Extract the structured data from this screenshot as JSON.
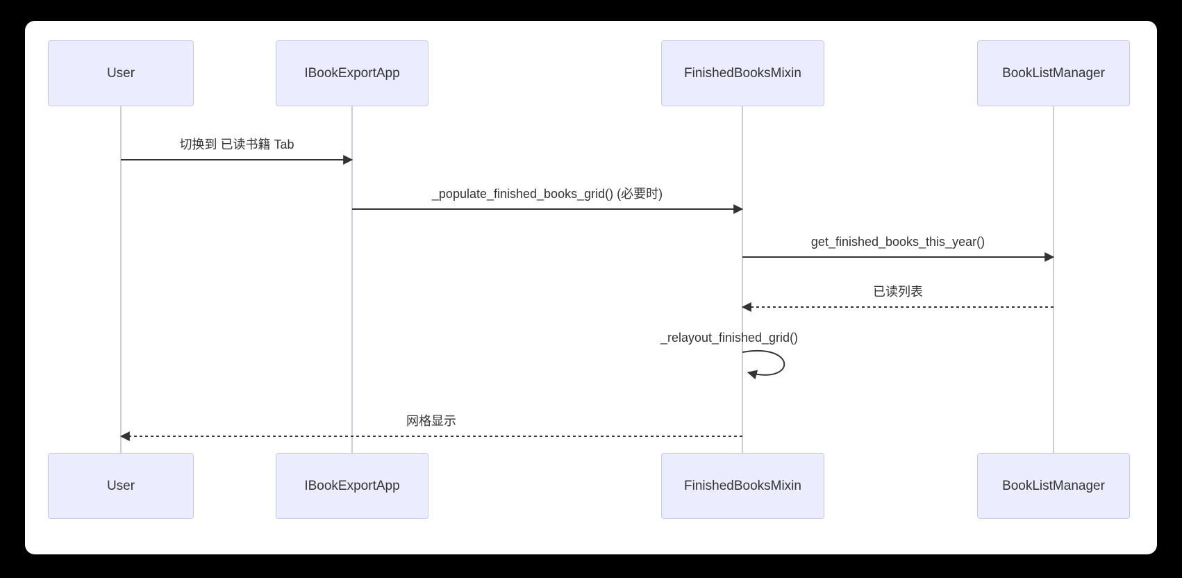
{
  "diagram": {
    "type": "sequence",
    "participants": [
      {
        "name": "User"
      },
      {
        "name": "IBookExportApp"
      },
      {
        "name": "FinishedBooksMixin"
      },
      {
        "name": "BookListManager"
      }
    ],
    "messages": [
      {
        "label": "切换到 已读书籍 Tab",
        "from": "User",
        "to": "IBookExportApp",
        "style": "solid"
      },
      {
        "label": "_populate_finished_books_grid() (必要时)",
        "from": "IBookExportApp",
        "to": "FinishedBooksMixin",
        "style": "solid"
      },
      {
        "label": "get_finished_books_this_year()",
        "from": "FinishedBooksMixin",
        "to": "BookListManager",
        "style": "solid"
      },
      {
        "label": "已读列表",
        "from": "BookListManager",
        "to": "FinishedBooksMixin",
        "style": "dashed"
      },
      {
        "label": "_relayout_finished_grid()",
        "from": "FinishedBooksMixin",
        "to": "FinishedBooksMixin",
        "style": "self"
      },
      {
        "label": "网格显示",
        "from": "FinishedBooksMixin",
        "to": "User",
        "style": "dashed"
      }
    ],
    "colors": {
      "backdrop": "#000000",
      "canvas": "#FFFFFF",
      "actor_fill": "#ECECFF",
      "actor_border": "#C9C9EF",
      "lifeline": "#CCCCDD",
      "arrow": "#333333",
      "text": "#333333"
    }
  }
}
